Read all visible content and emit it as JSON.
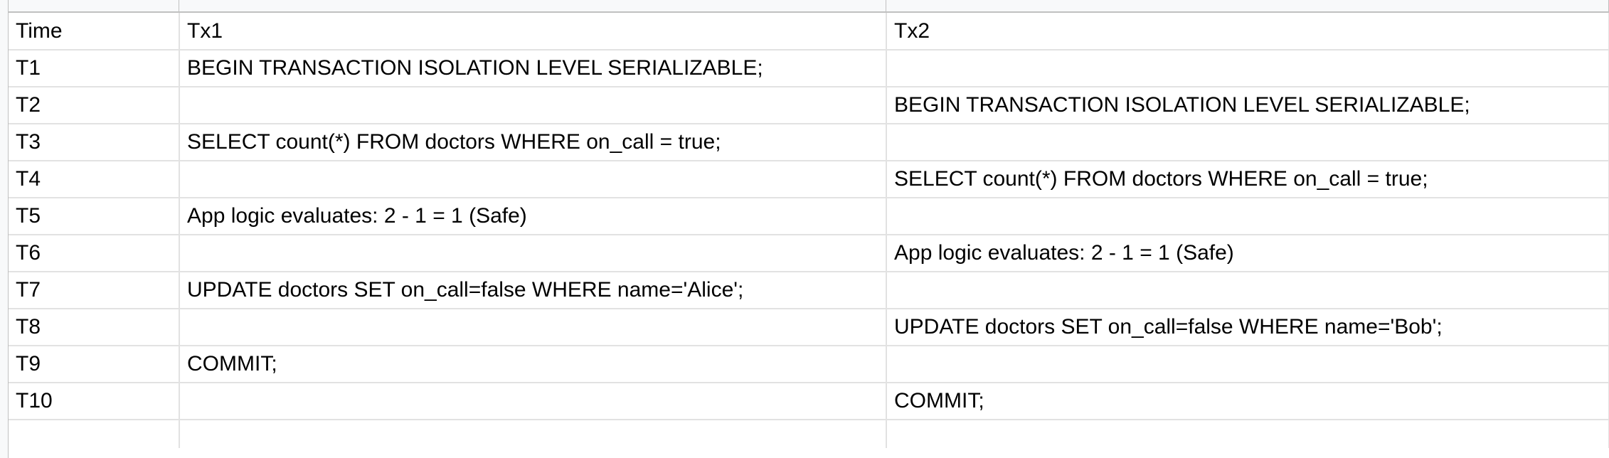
{
  "columns": {
    "time": "Time",
    "tx1": "Tx1",
    "tx2": "Tx2"
  },
  "rows": [
    {
      "time": "T1",
      "tx1": "BEGIN TRANSACTION ISOLATION LEVEL SERIALIZABLE;",
      "tx2": ""
    },
    {
      "time": "T2",
      "tx1": "",
      "tx2": "BEGIN TRANSACTION ISOLATION LEVEL SERIALIZABLE;"
    },
    {
      "time": "T3",
      "tx1": "SELECT count(*) FROM doctors WHERE on_call = true;",
      "tx2": ""
    },
    {
      "time": "T4",
      "tx1": "",
      "tx2": "SELECT count(*) FROM doctors WHERE on_call = true;"
    },
    {
      "time": "T5",
      "tx1": "App logic evaluates: 2 - 1 = 1 (Safe)",
      "tx2": ""
    },
    {
      "time": "T6",
      "tx1": "",
      "tx2": "App logic evaluates: 2 - 1 = 1 (Safe)"
    },
    {
      "time": "T7",
      "tx1": "UPDATE doctors SET on_call=false WHERE name='Alice';",
      "tx2": ""
    },
    {
      "time": "T8",
      "tx1": "",
      "tx2": "UPDATE doctors SET on_call=false WHERE name='Bob';"
    },
    {
      "time": "T9",
      "tx1": "COMMIT;",
      "tx2": ""
    },
    {
      "time": "T10",
      "tx1": "",
      "tx2": "COMMIT;"
    }
  ]
}
